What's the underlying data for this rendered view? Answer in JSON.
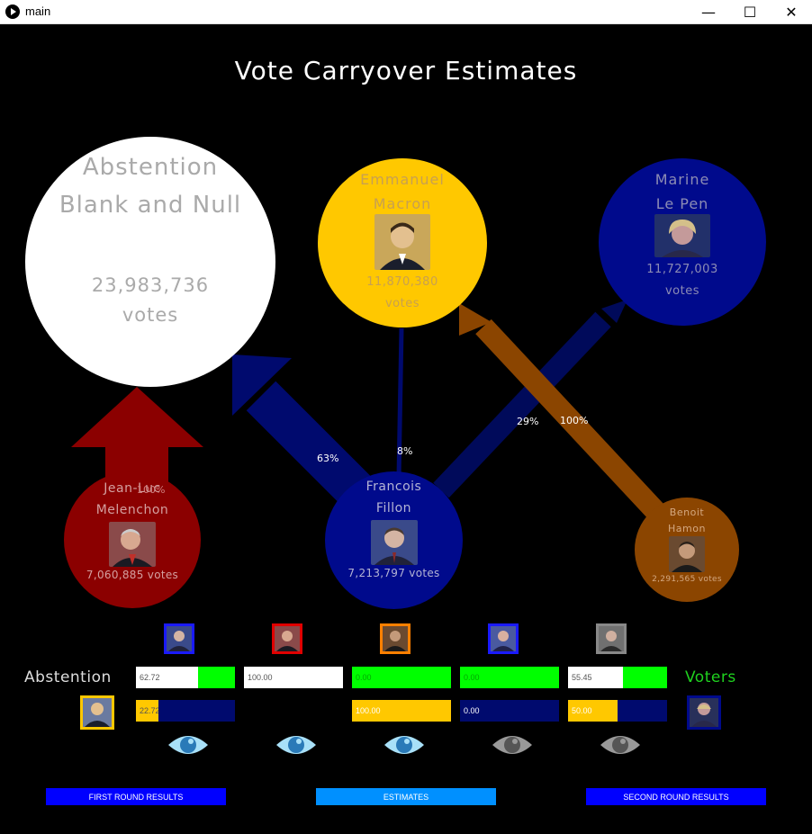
{
  "window": {
    "title": "main",
    "minimize": "—",
    "maximize": "☐",
    "close": "✕"
  },
  "page": {
    "title": "Vote Carryover Estimates"
  },
  "colors": {
    "abstention": "#ffffff",
    "macron": "#ffc800",
    "lepen": "#000a8c",
    "melenchon": "#8b0000",
    "fillon": "#000a8c",
    "hamon": "#8b4500",
    "flow_green": "#00ff00",
    "nav_blue": "#0000ff",
    "nav_active": "#0090ff"
  },
  "circles": {
    "abstention": {
      "name1": "Abstention",
      "name2": "Blank and Null",
      "votes": "23,983,736",
      "unit": "votes"
    },
    "macron": {
      "name1": "Emmanuel",
      "name2": "Macron",
      "votes": "11,870,380",
      "unit": "votes"
    },
    "lepen": {
      "name1": "Marine",
      "name2": "Le Pen",
      "votes": "11,727,003",
      "unit": "votes"
    },
    "melenchon": {
      "name1": "Jean-Luc",
      "name2": "Melenchon",
      "votes": "7,060,885 votes"
    },
    "fillon": {
      "name1": "Francois",
      "name2": "Fillon",
      "votes": "7,213,797 votes"
    },
    "hamon": {
      "name1": "Benoit",
      "name2": "Hamon",
      "votes": "2,291,565 votes"
    }
  },
  "flows": {
    "melenchon_abstention": "100%",
    "fillon_abstention": "63%",
    "fillon_macron": "8%",
    "fillon_lepen": "29%",
    "hamon_macron": "100%"
  },
  "controls": {
    "abstention_label": "Abstention",
    "voters_label": "Voters",
    "top_bars": [
      {
        "value": "62.72",
        "fill": 62.72
      },
      {
        "value": "100.00",
        "fill": 100
      },
      {
        "value": "0.00",
        "fill": 0
      },
      {
        "value": "0.00",
        "fill": 0
      },
      {
        "value": "55.45",
        "fill": 55.45
      }
    ],
    "bottom_bars": [
      {
        "value": "22.72",
        "fill": 22.72
      },
      {
        "value": "100.00",
        "fill": 100
      },
      {
        "value": "0.00",
        "fill": 0
      },
      {
        "value": "50.00",
        "fill": 50
      }
    ]
  },
  "nav": {
    "first_round": "FIRST ROUND RESULTS",
    "estimates": "ESTIMATES",
    "second_round": "SECOND ROUND RESULTS"
  }
}
